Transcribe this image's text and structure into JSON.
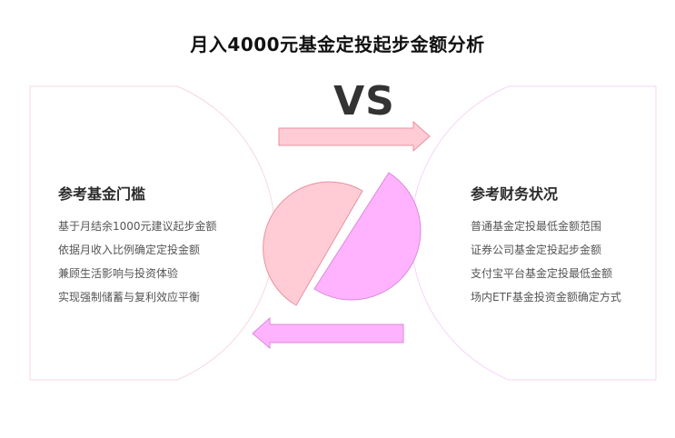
{
  "title": "月入4000元基金定投起步金额分析",
  "vs_label": "VS",
  "colors": {
    "left_accent": "#ffccd5",
    "left_stroke": "#e8909f",
    "right_accent": "#ffb3ff",
    "right_stroke": "#d98ad9",
    "panel_border_left": "#f7d7dd",
    "panel_border_right": "#f5d5f5"
  },
  "left_panel": {
    "heading": "参考基金门槛",
    "items": [
      "基于月结余1000元建议起步金额",
      "依据月收入比例确定定投金额",
      "兼顾生活影响与投资体验",
      "实现强制储蓄与复利效应平衡"
    ]
  },
  "right_panel": {
    "heading": "参考财务状况",
    "items": [
      "普通基金定投最低金额范围",
      "证券公司基金定投起步金额",
      "支付宝平台基金定投最低金额",
      "场内ETF基金投资金额确定方式"
    ]
  },
  "icons": {
    "top_arrow": "arrow-right-icon",
    "bottom_arrow": "arrow-left-icon",
    "left_half": "half-circle-left-icon",
    "right_half": "half-circle-right-icon"
  }
}
